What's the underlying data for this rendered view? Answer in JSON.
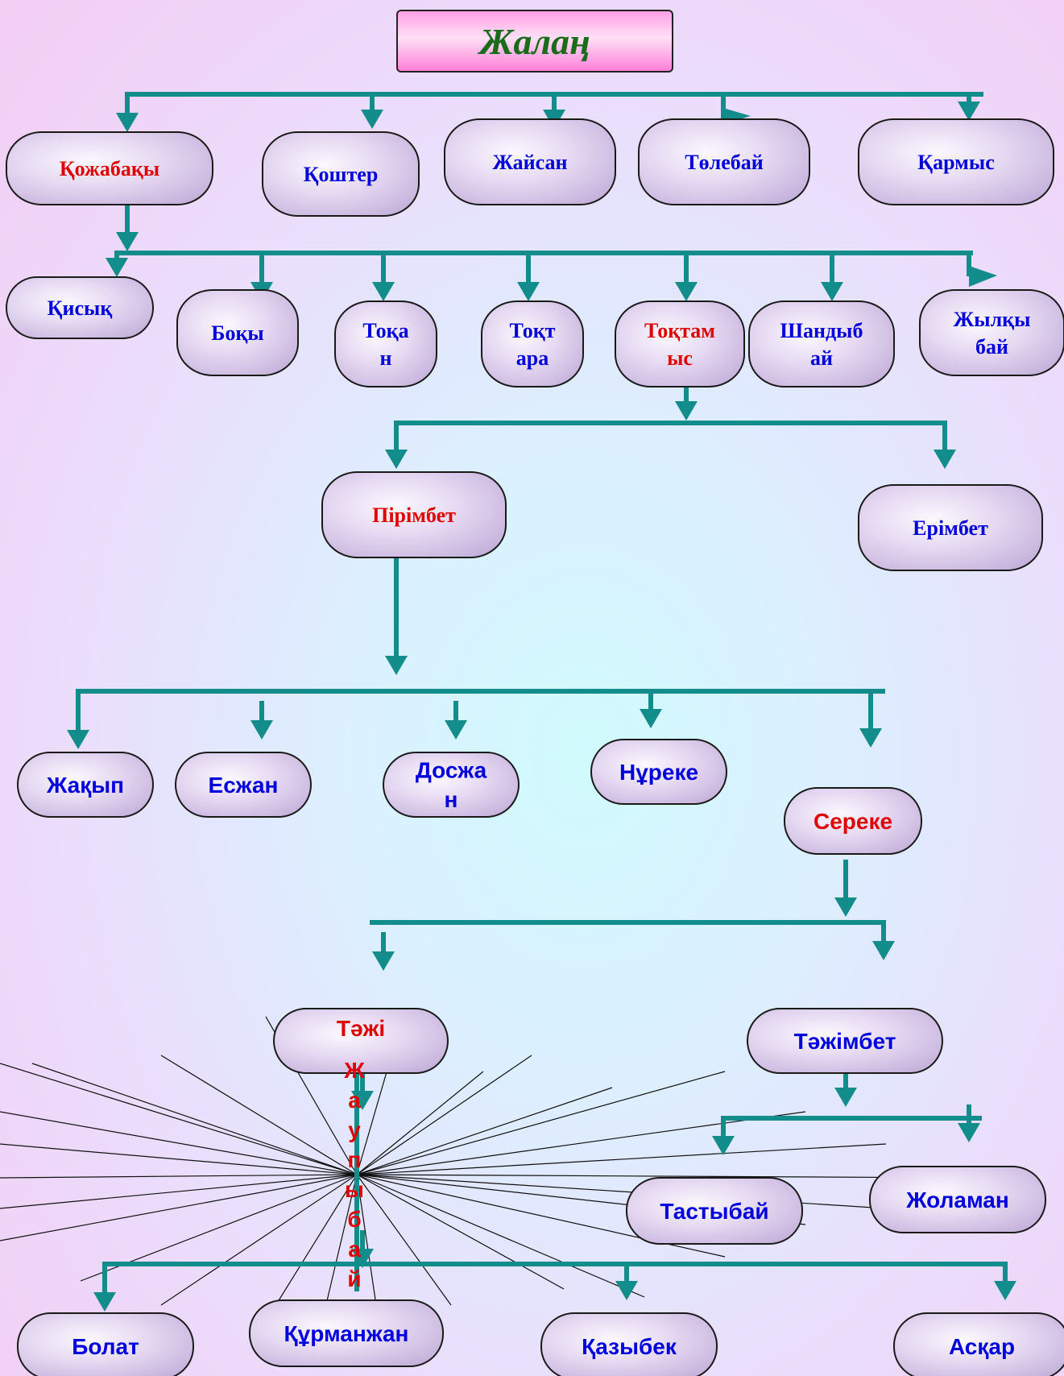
{
  "title": "Жалаң",
  "colors": {
    "connector": "#138c8c",
    "highlight_text": "#e00000",
    "normal_text": "#0000dd",
    "title_text": "#1a6b1a",
    "node_fill_light": "#f6f0fb",
    "node_fill_dark": "#c6b3dd"
  },
  "nodes": [
    {
      "id": "kozhabaky",
      "label": "Қожабақы",
      "highlight": true
    },
    {
      "id": "koshter",
      "label": "Қоштер"
    },
    {
      "id": "zhaisan",
      "label": "Жайсан"
    },
    {
      "id": "tolebai",
      "label": "Төлебай"
    },
    {
      "id": "karmys",
      "label": "Қармыс"
    },
    {
      "id": "kisyk",
      "label": "Қисық"
    },
    {
      "id": "boky",
      "label": "Боқы"
    },
    {
      "id": "tokan",
      "label": "Тоқан",
      "lines": [
        "Тоқа",
        "н"
      ]
    },
    {
      "id": "toktara",
      "label": "Тоқтара",
      "lines": [
        "Тоқт",
        "ара"
      ]
    },
    {
      "id": "toktamys",
      "label": "Тоқтамыс",
      "lines": [
        "Тоқтам",
        "ыс"
      ],
      "highlight": true
    },
    {
      "id": "shandybai",
      "label": "Шандыбай",
      "lines": [
        "Шандыб",
        "ай"
      ]
    },
    {
      "id": "zhylkybai",
      "label": "Жылқыбай",
      "lines": [
        "Жылқы",
        "бай"
      ]
    },
    {
      "id": "pirimbet",
      "label": "Пірімбет",
      "highlight": true
    },
    {
      "id": "erimbet",
      "label": "Ерімбет"
    },
    {
      "id": "zhakyp",
      "label": "Жақып"
    },
    {
      "id": "eszhan",
      "label": "Есжан"
    },
    {
      "id": "doszhan",
      "label": "Досжан",
      "lines": [
        "Досжа",
        "н"
      ]
    },
    {
      "id": "nureke",
      "label": "Нұреке"
    },
    {
      "id": "sereke",
      "label": "Сереке",
      "highlight": true
    },
    {
      "id": "tazhi",
      "label": "Тәжі",
      "highlight": true
    },
    {
      "id": "tazhimbet",
      "label": "Тәжімбет"
    },
    {
      "id": "tastybai",
      "label": "Тастыбай"
    },
    {
      "id": "zholaman",
      "label": "Жоламан"
    },
    {
      "id": "bolat",
      "label": "Болат"
    },
    {
      "id": "kurmanzhan",
      "label": "Құрманжан"
    },
    {
      "id": "kazybek",
      "label": "Қазыбек"
    },
    {
      "id": "askar",
      "label": "Асқар"
    }
  ],
  "vertical_label": {
    "text": "Жаупыбай",
    "letters": [
      "Ж",
      "а",
      "у",
      "п",
      "ы",
      "б",
      "а",
      "й"
    ]
  }
}
